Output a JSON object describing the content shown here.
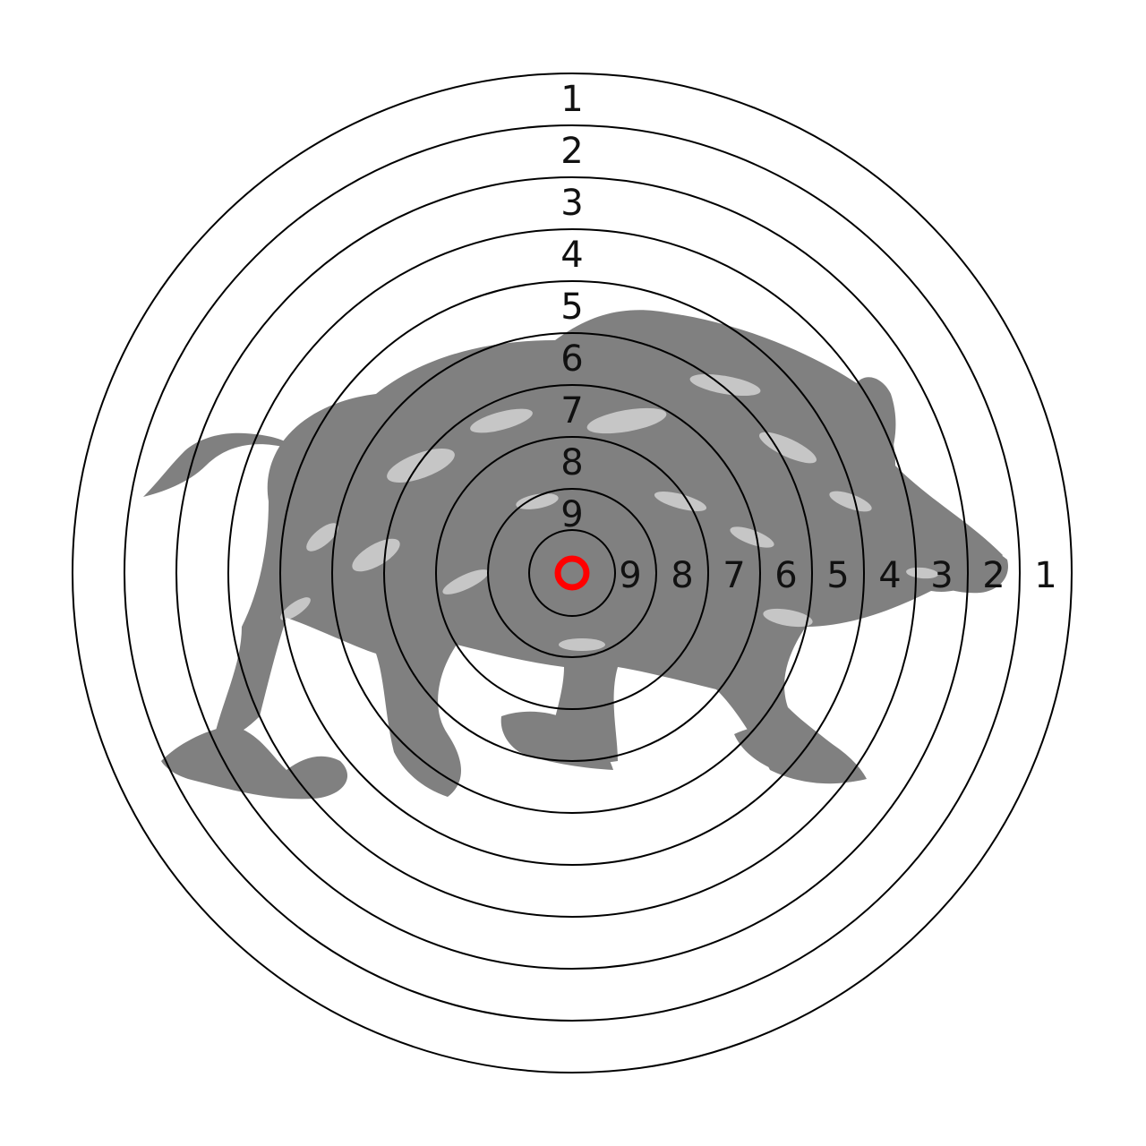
{
  "target": {
    "rings": [
      {
        "score": "1"
      },
      {
        "score": "2"
      },
      {
        "score": "3"
      },
      {
        "score": "4"
      },
      {
        "score": "5"
      },
      {
        "score": "6"
      },
      {
        "score": "7"
      },
      {
        "score": "8"
      },
      {
        "score": "9"
      }
    ],
    "colors": {
      "background": "#ffffff",
      "ring_stroke": "#000000",
      "label_text": "#111111",
      "bullseye": "#ff0000",
      "boar_silhouette": "#808080"
    },
    "figure_icon": "wild-boar-icon",
    "bullseye_icon": "bullseye-ring-icon"
  }
}
